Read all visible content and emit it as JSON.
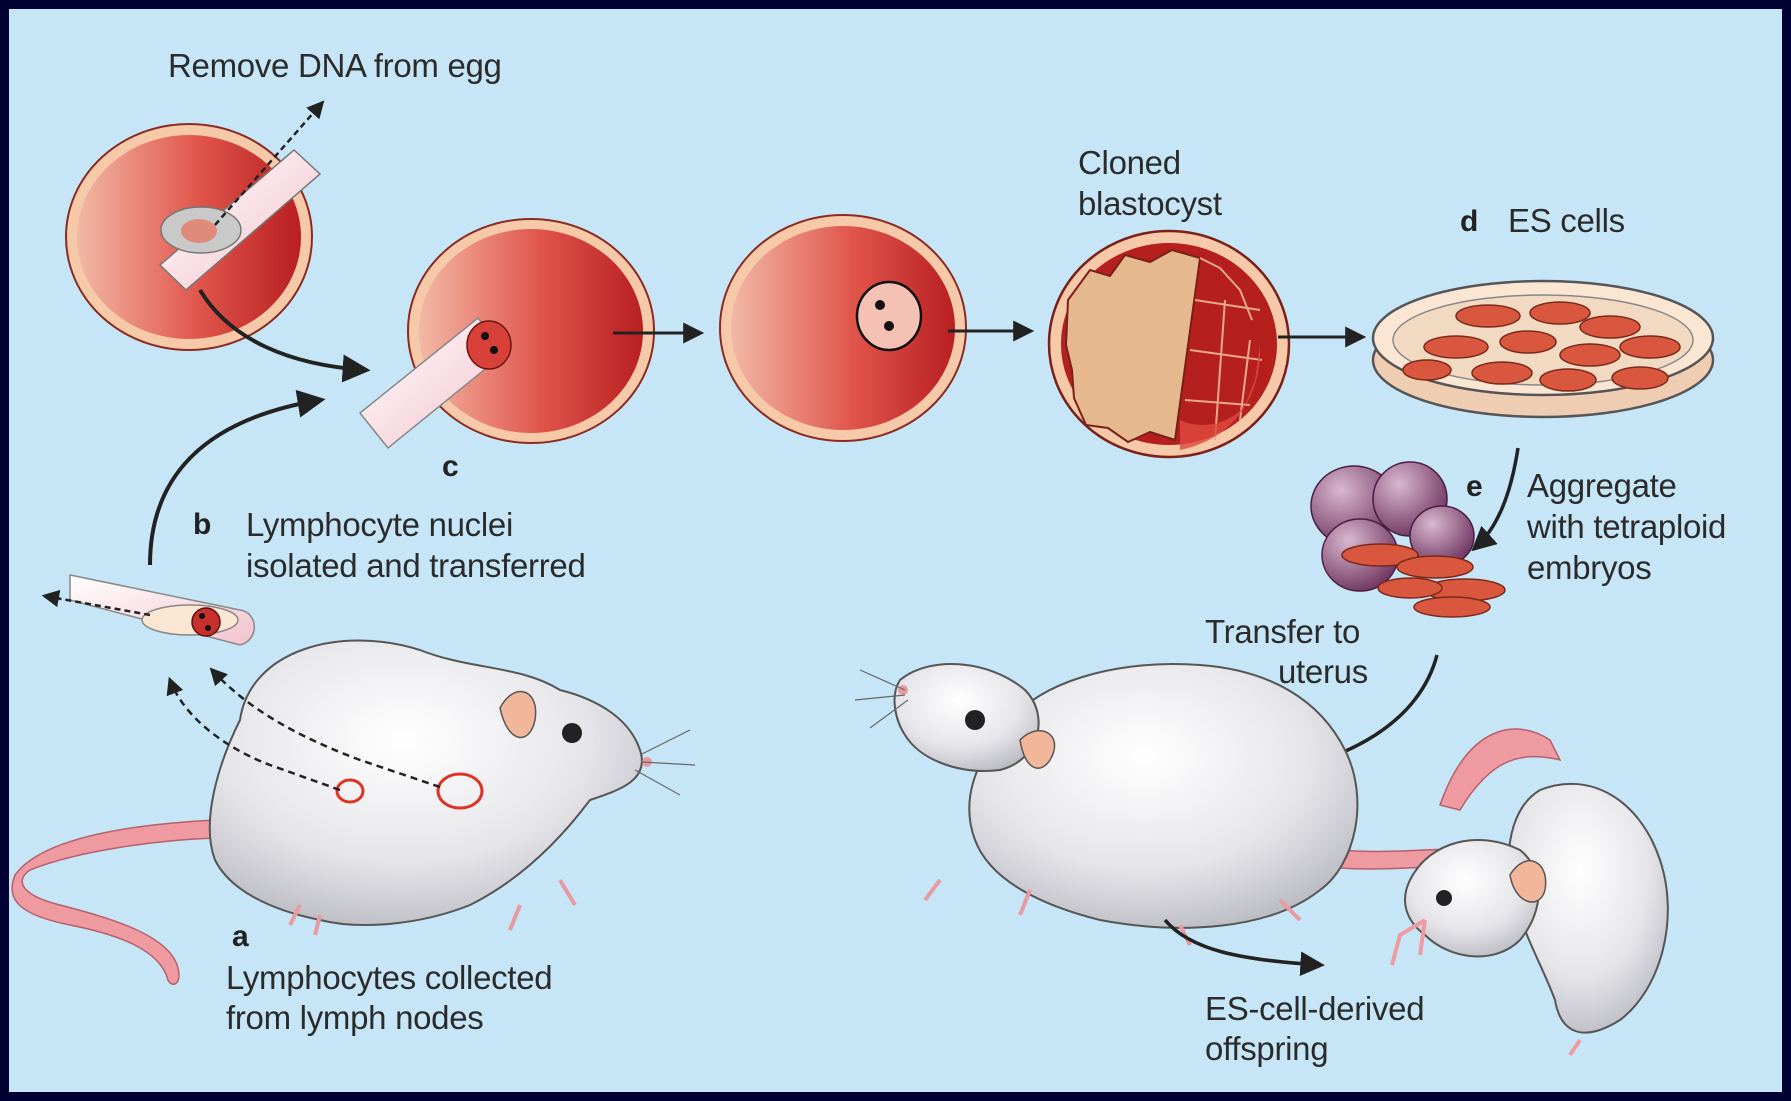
{
  "labels": {
    "remove_dna": "Remove DNA from egg",
    "cloned_1": "Cloned",
    "cloned_2": "blastocyst",
    "es_cells": "ES cells",
    "aggregate_1": "Aggregate",
    "aggregate_2": "with tetraploid",
    "aggregate_3": "embryos",
    "transfer_1": "Transfer to",
    "transfer_2": "uterus",
    "lymph_nuclei_1": "Lymphocyte nuclei",
    "lymph_nuclei_2": "isolated and transferred",
    "lymph_collected_1": "Lymphocytes collected",
    "lymph_collected_2": "from lymph nodes",
    "offspring_1": "ES-cell-derived",
    "offspring_2": "offspring"
  },
  "steps": {
    "a": "a",
    "b": "b",
    "c": "c",
    "d": "d",
    "e": "e"
  },
  "colors": {
    "background": "#c6e6f7",
    "border": "#000033",
    "egg_red": "#c8302c",
    "egg_rim": "#f6c9a8",
    "mouse_body": "#e4e4e6",
    "tail_pink": "#ef9aa0",
    "es_cell": "#d9573e",
    "aggregate_purple": "#8a4a7a"
  }
}
